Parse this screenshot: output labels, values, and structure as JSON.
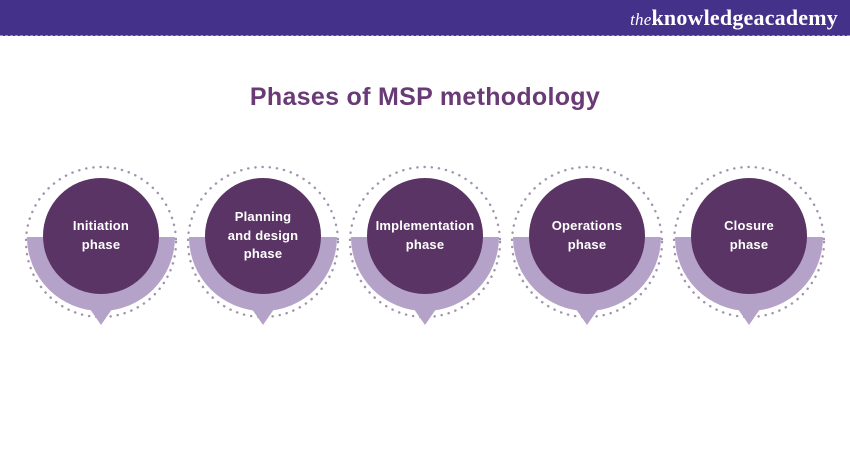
{
  "header": {
    "logo": {
      "prefix": "the",
      "word1": "knowledge",
      "word2": "academy"
    }
  },
  "title": "Phases of MSP methodology",
  "phases": [
    {
      "label": "Initiation\nphase"
    },
    {
      "label": "Planning\nand design\nphase"
    },
    {
      "label": "Implementation\nphase"
    },
    {
      "label": "Operations\nphase"
    },
    {
      "label": "Closure\nphase"
    }
  ],
  "colors": {
    "header_bar": "#443189",
    "title_text": "#693A76",
    "phase_circle": "#5A3464",
    "pin_body": "#B5A2C8",
    "dotted_ring": "#A193AE",
    "phase_label": "#FFFFFF",
    "logo_text": "#FFFFFF"
  }
}
